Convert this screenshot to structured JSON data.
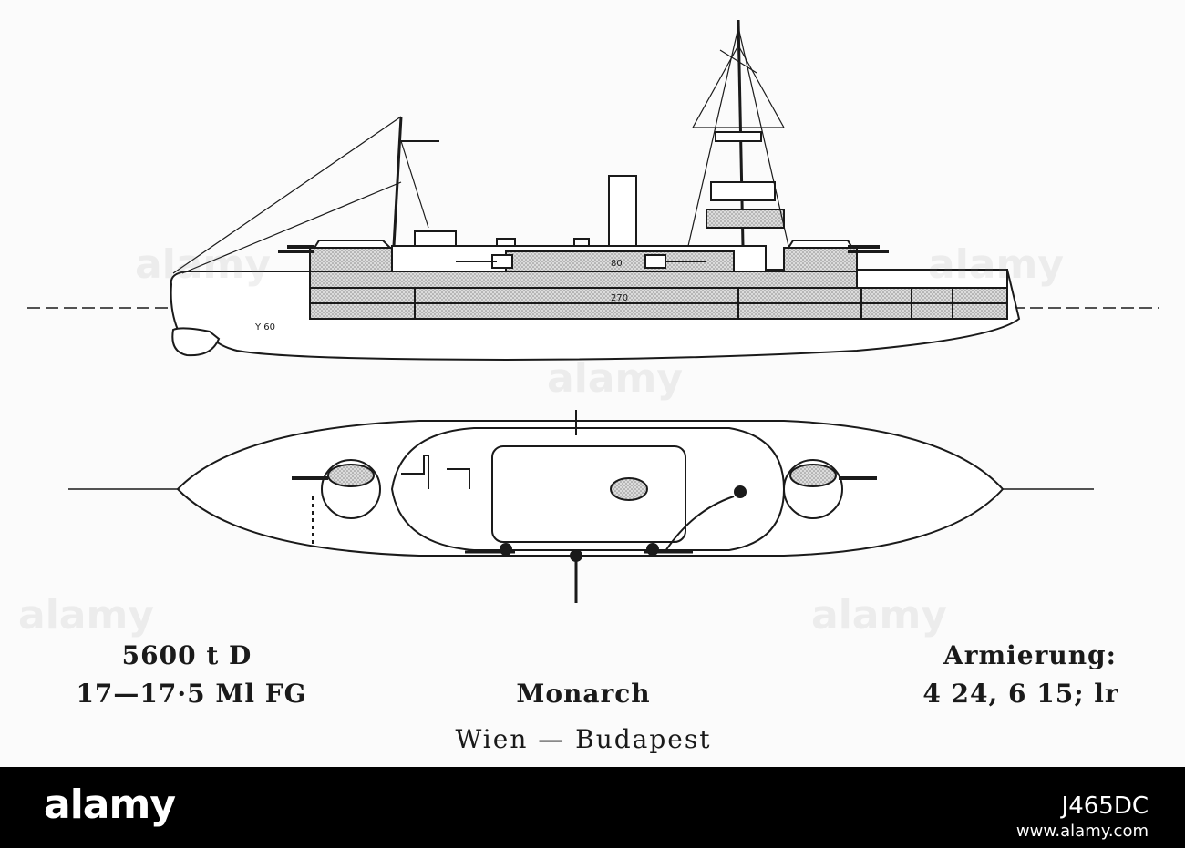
{
  "caption": {
    "displacement": "5600 t D",
    "speed": "17—17·5 Ml FG",
    "ship_name": "Monarch",
    "builders": "Wien — Budapest",
    "armament_label": "Armierung:",
    "armament": "4 24, 6 15; lr"
  },
  "watermark": {
    "brand": "alamy"
  },
  "footer": {
    "logo": "alamy",
    "image_id": "J465DC",
    "site": "www.alamy.com"
  },
  "colors": {
    "ink": "#1a1a1a",
    "armor_shading": "#c8c8c8",
    "footer": "#000000"
  }
}
